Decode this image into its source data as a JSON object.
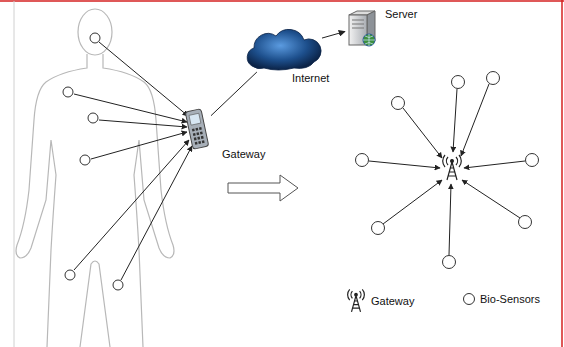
{
  "diagram": {
    "nodes": [
      {
        "text": [
          "Server"
        ]
      },
      {
        "text": [
          "Internet"
        ]
      },
      {
        "text": [
          "Gateway"
        ]
      }
    ],
    "edges": [
      {
        "from": 2,
        "to": 1,
        "arrow": "none"
      },
      {
        "from": 1,
        "to": 0,
        "arrow": "to"
      }
    ],
    "legend": [
      {
        "text": "Gateway"
      },
      {
        "text": "Bio-Sensors"
      }
    ]
  }
}
